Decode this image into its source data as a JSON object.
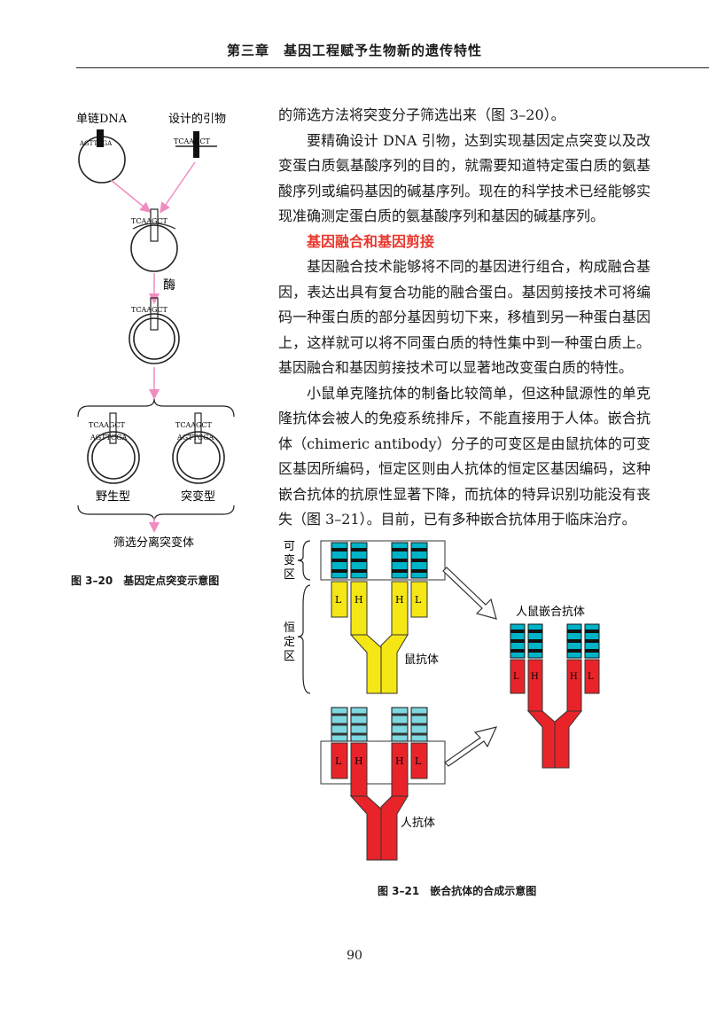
{
  "header": {
    "title": "第三章　基因工程赋予生物新的遗传特性"
  },
  "body": {
    "p1": "的筛选方法将突变分子筛选出来（图 3–20）。",
    "p2": "要精确设计 DNA 引物，达到实现基因定点突变以及改变蛋白质氨基酸序列的目的，就需要知道特定蛋白质的氨基酸序列或编码基因的碱基序列。现在的科学技术已经能够实现准确测定蛋白质的氨基酸序列和基因的碱基序列。",
    "section_title": "基因融合和基因剪接",
    "p3": "基因融合技术能够将不同的基因进行组合，构成融合基因，表达出具有复合功能的融合蛋白。基因剪接技术可将编码一种蛋白质的部分基因剪切下来，移植到另一种蛋白基因上，这样就可以将不同蛋白质的特性集中到一种蛋白质上。基因融合和基因剪接技术可以显著地改变蛋白质的特性。",
    "p4": "小鼠单克隆抗体的制备比较简单，但这种鼠源性的单克隆抗体会被人的免疫系统排斥，不能直接用于人体。嵌合抗体（chimeric antibody）分子的可变区是由鼠抗体的可变区基因所编码，恒定区则由人抗体的恒定区基因编码，这种嵌合抗体的抗原性显著下降，而抗体的特异识别功能没有丧失（图 3–21）。目前，已有多种嵌合抗体用于临床治疗。"
  },
  "fig20": {
    "label_ssdna": "单链DNA",
    "label_primer": "设计的引物",
    "primer_seq": "TCAAGCT",
    "circle_seq_top": "TCAAGCT",
    "circle_seq_bottom": "AGTTCGA",
    "label_enzyme": "酶",
    "label_wild": "野生型",
    "label_mutant": "突变型",
    "label_screen": "筛选分离突变体",
    "caption": "图 3–20　基因定点突变示意图"
  },
  "fig21": {
    "label_variable": "可变区",
    "label_constant": "恒定区",
    "label_mouse_ab": "鼠抗体",
    "label_chimeric": "人鼠嵌合抗体",
    "label_human_ab": "人抗体",
    "chain_L": "L",
    "chain_H": "H",
    "caption": "图 3–21　嵌合抗体的合成示意图"
  },
  "colors": {
    "mouse_constant": "#f5e616",
    "human_constant": "#e8242a",
    "variable_mouse": "#00b4c8",
    "variable_human": "#7fd8e0",
    "accent_red": "#e8382e",
    "arrow_pink": "#f08cc0"
  },
  "page": {
    "number": "90"
  }
}
